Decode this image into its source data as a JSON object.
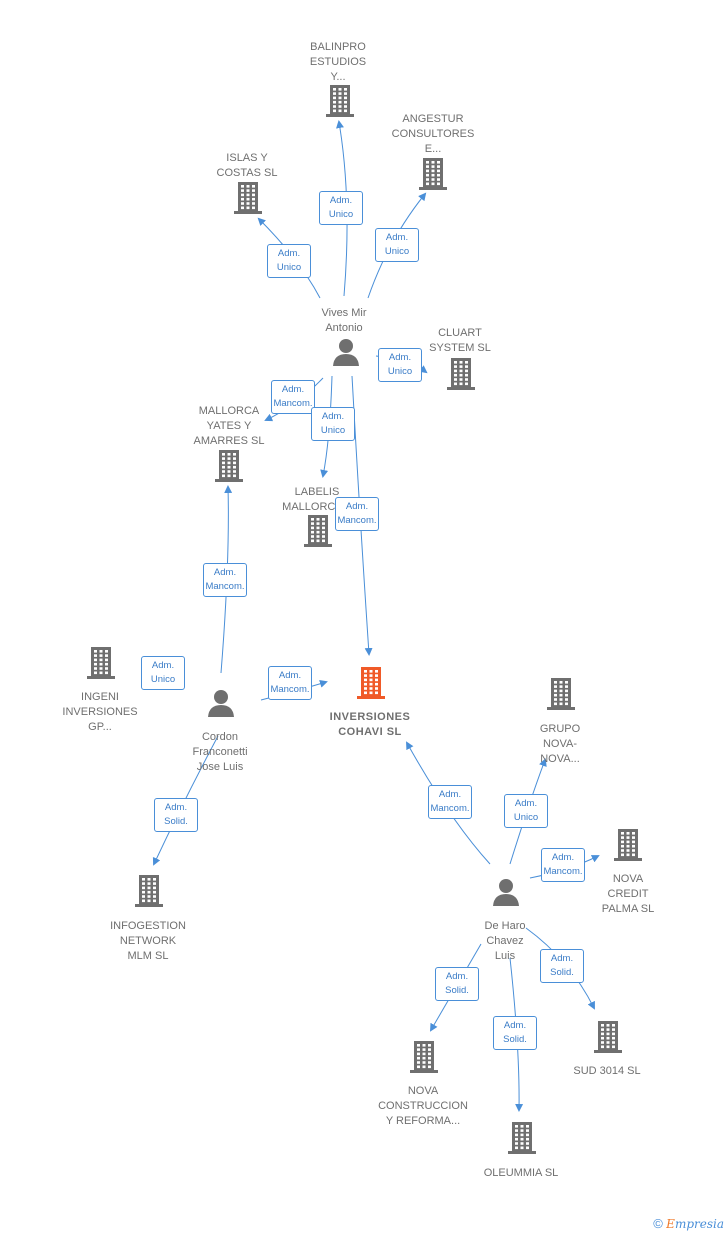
{
  "colors": {
    "edge": "#4a8fd8",
    "node_gray": "#6f6f6f",
    "node_main": "#f05a28"
  },
  "nodes": [
    {
      "id": "balinpro",
      "kind": "company",
      "label": "BALINPRO\nESTUDIOS\nY..."
    },
    {
      "id": "angestur",
      "kind": "company",
      "label": "ANGESTUR\nCONSULTORES\nE..."
    },
    {
      "id": "islas",
      "kind": "company",
      "label": "ISLAS Y\nCOSTAS  SL"
    },
    {
      "id": "vives",
      "kind": "person",
      "label": "Vives Mir\nAntonio"
    },
    {
      "id": "cluart",
      "kind": "company",
      "label": "CLUART\nSYSTEM SL"
    },
    {
      "id": "mallorca_yates",
      "kind": "company",
      "label": "MALLORCA\nYATES Y\nAMARRES  SL"
    },
    {
      "id": "labelis",
      "kind": "company",
      "label": "LABELIS\nMALLORCA..."
    },
    {
      "id": "inversiones",
      "kind": "company_main",
      "label": "INVERSIONES\nCOHAVI  SL"
    },
    {
      "id": "ingeni",
      "kind": "company",
      "label": "INGENI\nINVERSIONES\nGP..."
    },
    {
      "id": "cordon",
      "kind": "person",
      "label": "Cordon\nFranconetti\nJose Luis"
    },
    {
      "id": "grupo_nova",
      "kind": "company",
      "label": "GRUPO\nNOVA-\nNOVA..."
    },
    {
      "id": "nova_credit",
      "kind": "company",
      "label": "NOVA\nCREDIT\nPALMA  SL"
    },
    {
      "id": "infogestion",
      "kind": "company",
      "label": "INFOGESTION\nNETWORK\nMLM SL"
    },
    {
      "id": "deharo",
      "kind": "person",
      "label": "De Haro\nChavez\nLuis"
    },
    {
      "id": "sud3014",
      "kind": "company",
      "label": "SUD 3014  SL"
    },
    {
      "id": "nova_construccion",
      "kind": "company",
      "label": "NOVA\nCONSTRUCCION\nY REFORMA..."
    },
    {
      "id": "oleummia",
      "kind": "company",
      "label": "OLEUMMIA  SL"
    }
  ],
  "edges": [
    {
      "from": "vives",
      "to": "balinpro",
      "label": "Adm.\nUnico"
    },
    {
      "from": "vives",
      "to": "angestur",
      "label": "Adm.\nUnico"
    },
    {
      "from": "vives",
      "to": "islas",
      "label": "Adm.\nUnico"
    },
    {
      "from": "vives",
      "to": "cluart",
      "label": "Adm.\nUnico"
    },
    {
      "from": "vives",
      "to": "mallorca_yates",
      "label": "Adm.\nMancom."
    },
    {
      "from": "vives",
      "to": "labelis",
      "label": "Adm.\nUnico"
    },
    {
      "from": "vives",
      "to": "inversiones",
      "label": "Adm.\nMancom."
    },
    {
      "from": "cordon",
      "to": "mallorca_yates",
      "label": "Adm.\nMancom."
    },
    {
      "from": "cordon",
      "to": "ingeni",
      "label": "Adm.\nUnico"
    },
    {
      "from": "cordon",
      "to": "inversiones",
      "label": "Adm.\nMancom."
    },
    {
      "from": "cordon",
      "to": "infogestion",
      "label": "Adm.\nSolid."
    },
    {
      "from": "deharo",
      "to": "inversiones",
      "label": "Adm.\nMancom."
    },
    {
      "from": "deharo",
      "to": "grupo_nova",
      "label": "Adm.\nUnico"
    },
    {
      "from": "deharo",
      "to": "nova_credit",
      "label": "Adm.\nMancom."
    },
    {
      "from": "deharo",
      "to": "sud3014",
      "label": "Adm.\nSolid."
    },
    {
      "from": "deharo",
      "to": "nova_construccion",
      "label": "Adm.\nSolid."
    },
    {
      "from": "deharo",
      "to": "oleummia",
      "label": "Adm.\nSolid."
    }
  ],
  "footer": {
    "copyright": "©",
    "brand_first": "E",
    "brand_rest": "mpresia"
  }
}
